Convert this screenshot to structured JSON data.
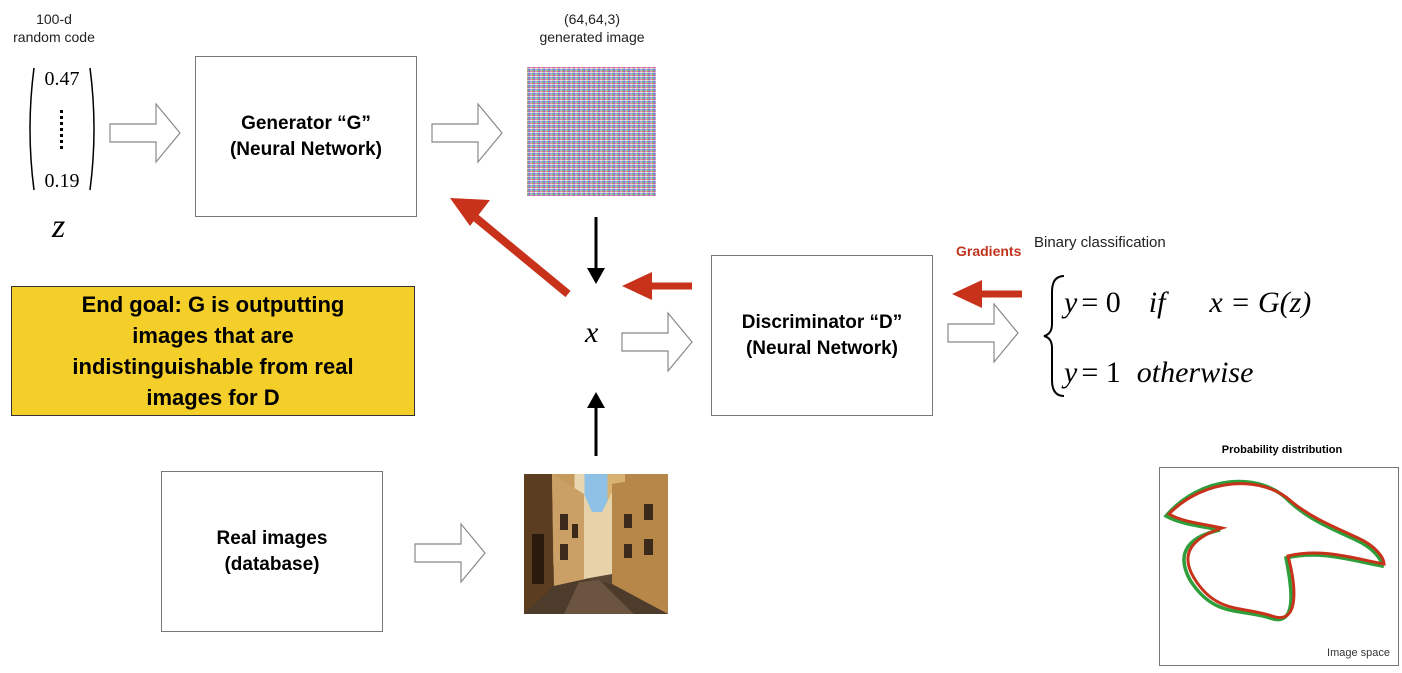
{
  "labels": {
    "code_caption_line1": "100-d",
    "code_caption_line2": "random code",
    "vector_top": "0.47",
    "vector_bottom": "0.19",
    "z_symbol": "z",
    "generated_caption_line1": "(64,64,3)",
    "generated_caption_line2": "generated image",
    "x_symbol": "x",
    "gradients": "Gradients",
    "binary_classification": "Binary classification",
    "prob_title": "Probability distribution",
    "image_space": "Image space"
  },
  "boxes": {
    "generator_line1": "Generator “G”",
    "generator_line2": "(Neural Network)",
    "discriminator_line1": "Discriminator “D”",
    "discriminator_line2": "(Neural Network)",
    "real_line1": "Real images",
    "real_line2": "(database)"
  },
  "goal": {
    "line1": "End goal: G is outputting",
    "line2": "images that are",
    "line3": "indistinguishable from real",
    "line4": "images for D"
  },
  "equation": {
    "case1_lhs": "y",
    "case1_eq": "= 0",
    "case1_if": "if",
    "case1_cond": "x = G(z)",
    "case2_lhs": "y",
    "case2_eq": "= 1",
    "case2_otherwise": "otherwise"
  },
  "colors": {
    "gradient_arrow": "#c8321a",
    "goal_box": "#f4cf2a",
    "curve_green": "#2e9e3a",
    "curve_red": "#c8321a"
  }
}
